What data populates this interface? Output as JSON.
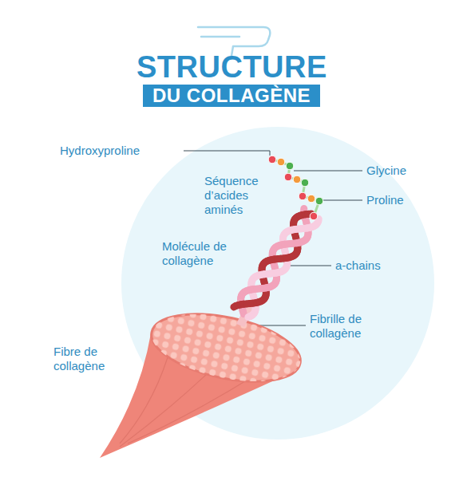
{
  "diagram": {
    "title": "STRUCTURE",
    "nodes": [
      {
        "text": [
          "DU COLLAGÈNE"
        ]
      }
    ],
    "labels": [
      "Hydroxyproline",
      "Séquence d’acides aminés",
      "Glycine",
      "Proline",
      "Molécule de collagène",
      "a-chains",
      "Fibrille de collagène",
      "Fibre de collagène"
    ]
  }
}
